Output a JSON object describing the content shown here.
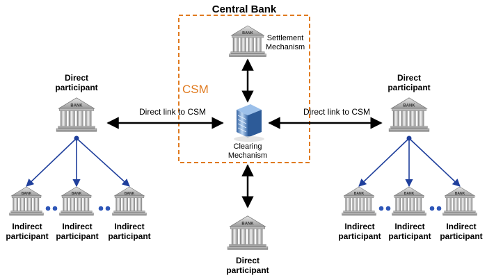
{
  "central_bank": {
    "title": "Central Bank",
    "csm_label": "CSM"
  },
  "settlement": {
    "label": "Settlement Mechanism",
    "icon_text": "BANK"
  },
  "clearing": {
    "label": "Clearing Mechanism",
    "icon": "server-building-icon"
  },
  "links": {
    "left": "Direct link to CSM",
    "right": "Direct link to CSM"
  },
  "direct_left": {
    "label": "Direct participant",
    "icon_text": "BANK"
  },
  "direct_right": {
    "label": "Direct participant",
    "icon_text": "BANK"
  },
  "direct_bottom": {
    "label": "Direct participant",
    "icon_text": "BANK"
  },
  "indirect": {
    "label": "Indirect participant",
    "icon_text": "BANK"
  },
  "colors": {
    "csm_border": "#e07a1f",
    "tree_arrow": "#1f3f9c",
    "dots": "#2e56b8"
  }
}
